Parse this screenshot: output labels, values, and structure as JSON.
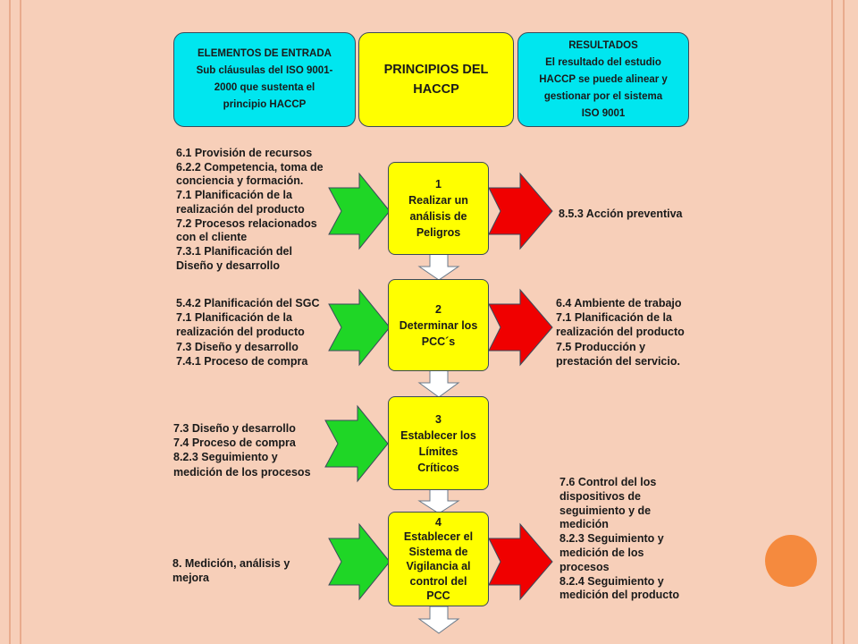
{
  "top_boxes": {
    "left": {
      "lines": [
        "ELEMENTOS DE ENTRADA",
        "Sub cláusulas del ISO 9001-",
        "2000 que sustenta el",
        "principio HACCP"
      ]
    },
    "center": {
      "lines": [
        "PRINCIPIOS DEL",
        "HACCP"
      ]
    },
    "right": {
      "lines": [
        "RESULTADOS",
        "El resultado del estudio",
        "HACCP se puede alinear y",
        "gestionar por el sistema",
        "ISO 9001"
      ]
    }
  },
  "steps": [
    {
      "lines": [
        "1",
        "Realizar un",
        "análisis de",
        "Peligros"
      ]
    },
    {
      "lines": [
        "2",
        "Determinar los",
        "PCC´s"
      ]
    },
    {
      "lines": [
        "3",
        "Establecer los",
        "Límites",
        "Críticos"
      ]
    },
    {
      "lines": [
        "4",
        "Establecer el",
        "Sistema de",
        "Vigilancia al",
        "control del",
        "PCC"
      ]
    }
  ],
  "inputs": [
    {
      "lines": [
        "6.1  Provisión de recursos",
        "6.2.2  Competencia, toma de",
        "conciencia y formación.",
        "7.1  Planificación de la",
        "realización del producto",
        "7.2  Procesos relacionados",
        "con el cliente",
        "7.3.1  Planificación del",
        "Diseño y desarrollo"
      ]
    },
    {
      "lines": [
        "5.4.2  Planificación del SGC",
        "7.1  Planificación de la",
        "realización del producto",
        "7.3  Diseño y desarrollo",
        "7.4.1  Proceso de compra"
      ]
    },
    {
      "lines": [
        "7.3  Diseño y desarrollo",
        "7.4  Proceso de compra",
        "8.2.3  Seguimiento y",
        "medición de los procesos"
      ]
    },
    {
      "lines": [
        "8.   Medición, análisis y",
        "mejora"
      ]
    }
  ],
  "outputs": [
    {
      "lines": [
        "8.5.3  Acción preventiva"
      ]
    },
    {
      "lines": [
        "6.4  Ambiente de trabajo",
        "7.1  Planificación de la",
        "realización del producto",
        "7.5  Producción y",
        "prestación del servicio."
      ]
    },
    {
      "lines": [
        "7.6  Control del los",
        "dispositivos de",
        "seguimiento y de",
        "medición",
        "8.2.3  Seguimiento y",
        "medición de los",
        "procesos",
        "8.2.4  Seguimiento y",
        "medición del producto"
      ]
    }
  ],
  "colors": {
    "background": "#f7cfb9",
    "cyan_box": "#00e6ef",
    "yellow_box": "#ffff00",
    "input_arrow": "#1fd626",
    "output_arrow": "#f00000",
    "down_arrow": "#ffffff",
    "accent_circle": "#f58a3e"
  }
}
